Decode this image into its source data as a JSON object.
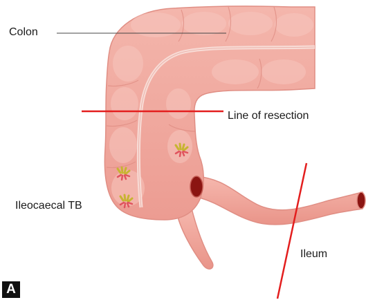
{
  "labels": {
    "colon": "Colon",
    "line_of_resection": "Line of resection",
    "ileocaecal_tb": "Ileocaecal TB",
    "ileum": "Ileum"
  },
  "panel_badge": "A",
  "colors": {
    "bowel_fill": "#f2aaa0",
    "bowel_outline": "#e08e84",
    "haustra_highlight": "#f7c6be",
    "taenia": "#f8dcd6",
    "resection_line": "#e31e1e",
    "lumen": "#8b1512",
    "lesion_yellow": "#c7b431",
    "lesion_red": "#e0545e"
  }
}
